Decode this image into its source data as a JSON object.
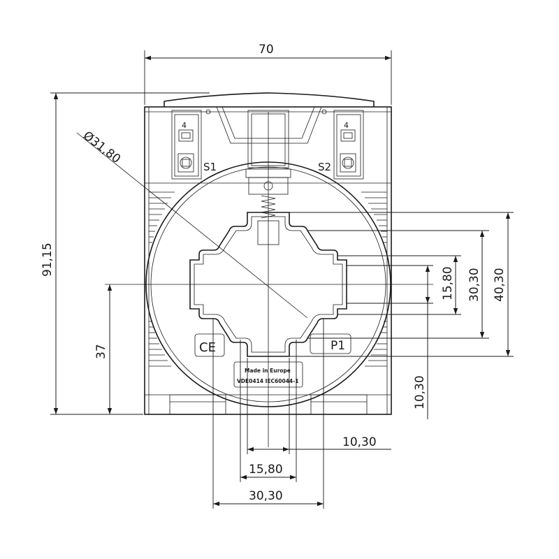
{
  "dimensions": {
    "width": "70",
    "height": "91,15",
    "diameter": "Ø31,80",
    "center_height": "37",
    "window_v_small": "15,80",
    "window_v_mid": "30,30",
    "window_v_large": "40,30",
    "window_v_bottom": "10,30",
    "window_h_small": "10,30",
    "window_h_mid": "15,80",
    "window_h_large": "30,30"
  },
  "markings": {
    "terminal_s1": "S1",
    "terminal_s2": "S2",
    "terminal_mark": "4",
    "primary": "P1",
    "ce": "CE",
    "made_in": "Made in Europe",
    "standards": "VDE0414 IEC60044-1"
  }
}
